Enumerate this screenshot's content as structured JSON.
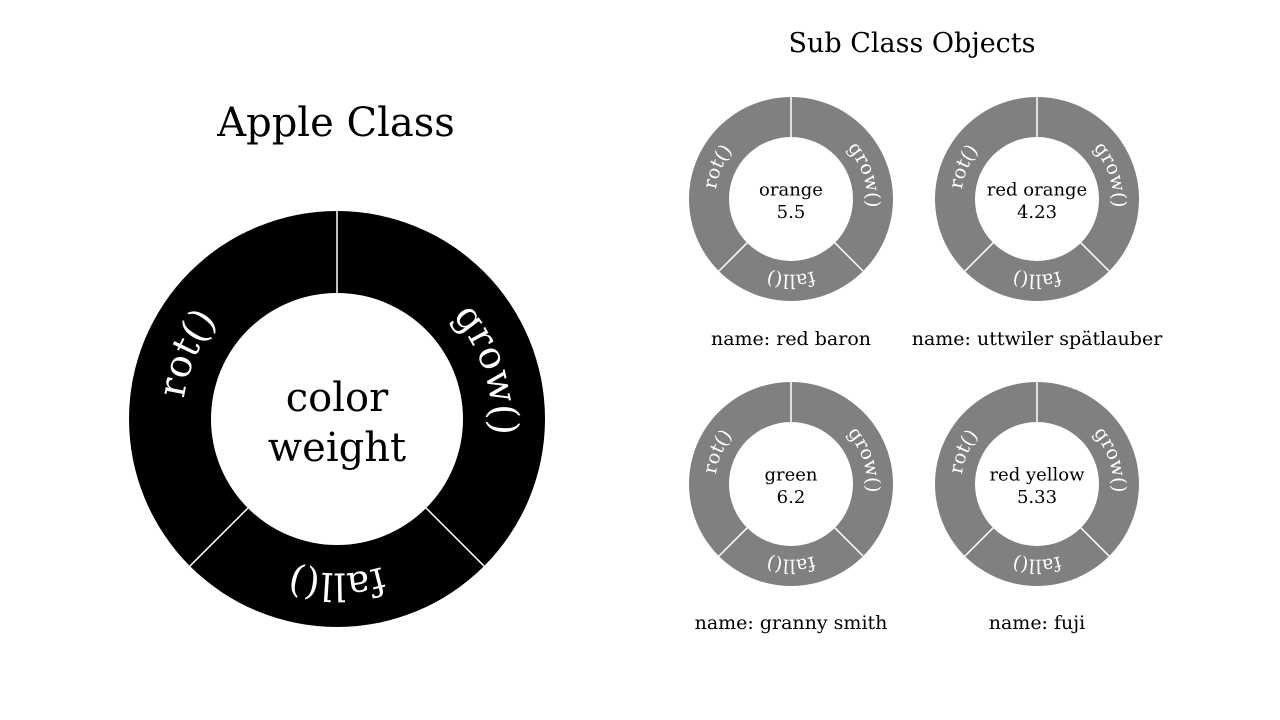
{
  "main": {
    "title": "Apple Class",
    "color": "#000000",
    "ring": {
      "top": "grow()",
      "bottom": "fall()",
      "left": "rot()"
    },
    "center": {
      "line1": "color",
      "line2": "weight"
    }
  },
  "sub": {
    "title": "Sub Class Objects",
    "color": "#808080",
    "objects": [
      {
        "color_name": "orange",
        "weight": "5.5",
        "name": "name: red baron",
        "ring": {
          "top": "grow()",
          "bottom": "fall()",
          "left": "rot()"
        }
      },
      {
        "color_name": "red orange",
        "weight": "4.23",
        "name": "name: uttwiler spätlauber",
        "ring": {
          "top": "grow()",
          "bottom": "fall()",
          "left": "rot()"
        }
      },
      {
        "color_name": "green",
        "weight": "6.2",
        "name": "name: granny smith",
        "ring": {
          "top": "grow()",
          "bottom": "fall()",
          "left": "rot()"
        }
      },
      {
        "color_name": "red yellow",
        "weight": "5.33",
        "name": "name: fuji",
        "ring": {
          "top": "grow()",
          "bottom": "fall()",
          "left": "rot()"
        }
      }
    ]
  }
}
